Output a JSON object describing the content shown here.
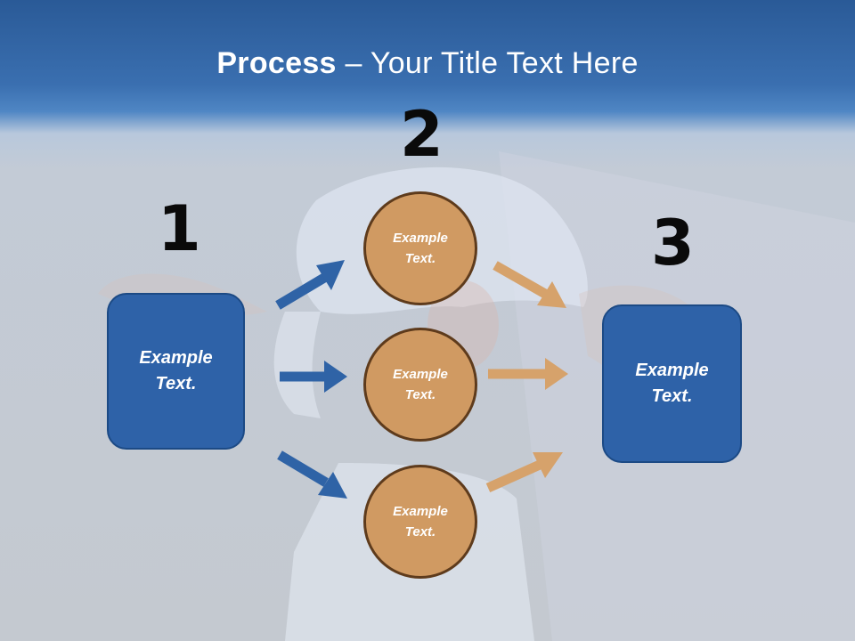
{
  "title": {
    "bold": "Process",
    "rest": " – Your Title Text Here"
  },
  "steps": [
    {
      "number": "1"
    },
    {
      "number": "2"
    },
    {
      "number": "3"
    }
  ],
  "left_box": {
    "line1": "Example",
    "line2": "Text."
  },
  "right_box": {
    "line1": "Example",
    "line2": "Text."
  },
  "circles": [
    {
      "line1": "Example",
      "line2": "Text."
    },
    {
      "line1": "Example",
      "line2": "Text."
    },
    {
      "line1": "Example",
      "line2": "Text."
    }
  ],
  "colors": {
    "box_fill": "#2e62a8",
    "circle_fill": "#d09a62",
    "blue_arrow": "#2f63a6",
    "tan_arrow": "#d6a26b",
    "header": "#2a5a97"
  }
}
